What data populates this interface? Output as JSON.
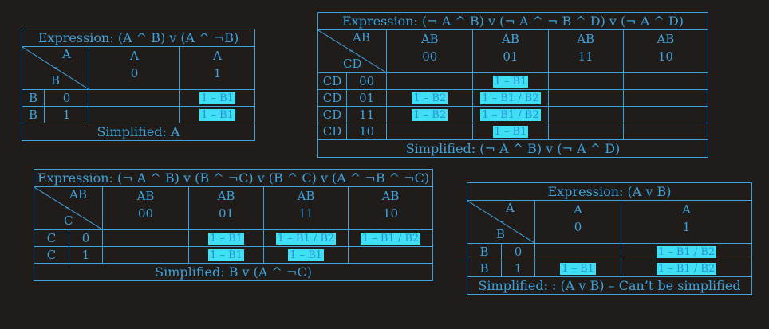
{
  "colors": {
    "background": "#201c1a",
    "line": "#3fa2dd",
    "highlight": "#40e0f4"
  },
  "k1": {
    "title": "Expression: (A ^ B) v (A ^ ¬B)",
    "corner": {
      "top": "A",
      "dash": "-",
      "bottom": "B"
    },
    "col_vars": [
      "A",
      "A"
    ],
    "col_vals": [
      "0",
      "1"
    ],
    "row_vars": [
      "B",
      "B"
    ],
    "row_vals": [
      "0",
      "1"
    ],
    "cells": [
      [
        "",
        "1 – B1"
      ],
      [
        "",
        "1 – B1"
      ]
    ],
    "simplified": "Simplified: A"
  },
  "k2": {
    "title": "Expression: (¬ A ^ B) v (¬ A ^ ¬ B ^ D) v (¬ A ^ D)",
    "corner": {
      "top": "AB",
      "dash": "-",
      "bottom": "CD"
    },
    "col_vars": [
      "AB",
      "AB",
      "AB",
      "AB"
    ],
    "col_vals": [
      "00",
      "01",
      "11",
      "10"
    ],
    "row_vars": [
      "CD",
      "CD",
      "CD",
      "CD"
    ],
    "row_vals": [
      "00",
      "01",
      "11",
      "10"
    ],
    "cells": [
      [
        "",
        "1 – B1",
        "",
        ""
      ],
      [
        "1 – B2",
        "1 – B1 / B2",
        "",
        ""
      ],
      [
        "1 – B2",
        "1 – B1 / B2",
        "",
        ""
      ],
      [
        "",
        "1 – B1",
        "",
        ""
      ]
    ],
    "simplified": "Simplified: (¬ A ^ B) v (¬ A ^ D)"
  },
  "k3": {
    "title": "Expression: (¬ A ^ B) v (B ^ ¬C) v (B ^ C) v (A ^ ¬B ^ ¬C)",
    "corner": {
      "top": "AB",
      "dash": "-",
      "bottom": "C"
    },
    "col_vars": [
      "AB",
      "AB",
      "AB",
      "AB"
    ],
    "col_vals": [
      "00",
      "01",
      "11",
      "10"
    ],
    "row_vars": [
      "C",
      "C"
    ],
    "row_vals": [
      "0",
      "1"
    ],
    "cells": [
      [
        "",
        "1 – B1",
        "1 – B1 / B2",
        "1 – B1 / B2"
      ],
      [
        "",
        "1 – B1",
        "1 – B1",
        ""
      ]
    ],
    "simplified": "Simplified: B v (A ^ ¬C)"
  },
  "k4": {
    "title": "Expression: (A v B)",
    "corner": {
      "top": "A",
      "dash": "-",
      "bottom": "B"
    },
    "col_vars": [
      "A",
      "A"
    ],
    "col_vals": [
      "0",
      "1"
    ],
    "row_vars": [
      "B",
      "B"
    ],
    "row_vals": [
      "0",
      "1"
    ],
    "cells": [
      [
        "",
        "1 – B1 / B2"
      ],
      [
        "1 – B1",
        "1 – B1 / B2"
      ]
    ],
    "simplified": "Simplified: : (A v B) – Can’t be simplified"
  }
}
